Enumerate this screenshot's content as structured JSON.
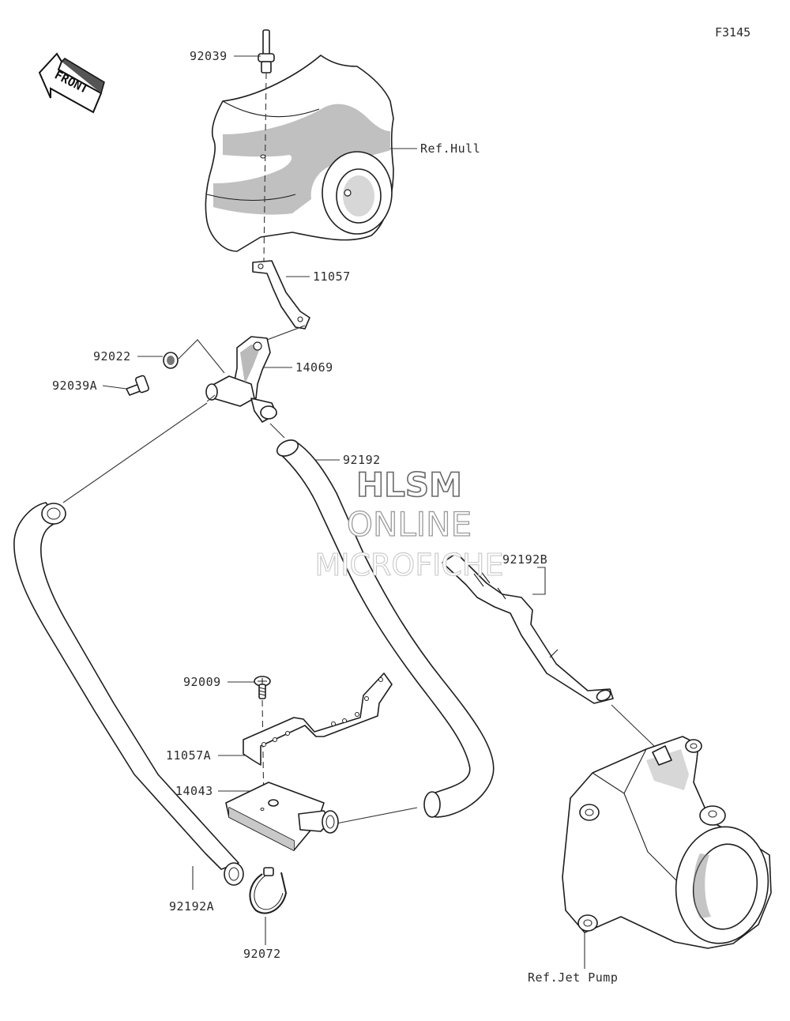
{
  "figure_id": "F3145",
  "front_arrow_text": "FRONT",
  "watermark": {
    "line1": "HLSM",
    "line2": "ONLINE",
    "line3": "MICROFICHE"
  },
  "references": {
    "hull": "Ref.Hull",
    "jet_pump": "Ref.Jet Pump"
  },
  "part_numbers": {
    "p92039": "92039",
    "p11057": "11057",
    "p92022": "92022",
    "p92039A": "92039A",
    "p14069": "14069",
    "p92192": "92192",
    "p92192B": "92192B",
    "p92009": "92009",
    "p11057A": "11057A",
    "p14043": "14043",
    "p92192A": "92192A",
    "p92072": "92072"
  }
}
